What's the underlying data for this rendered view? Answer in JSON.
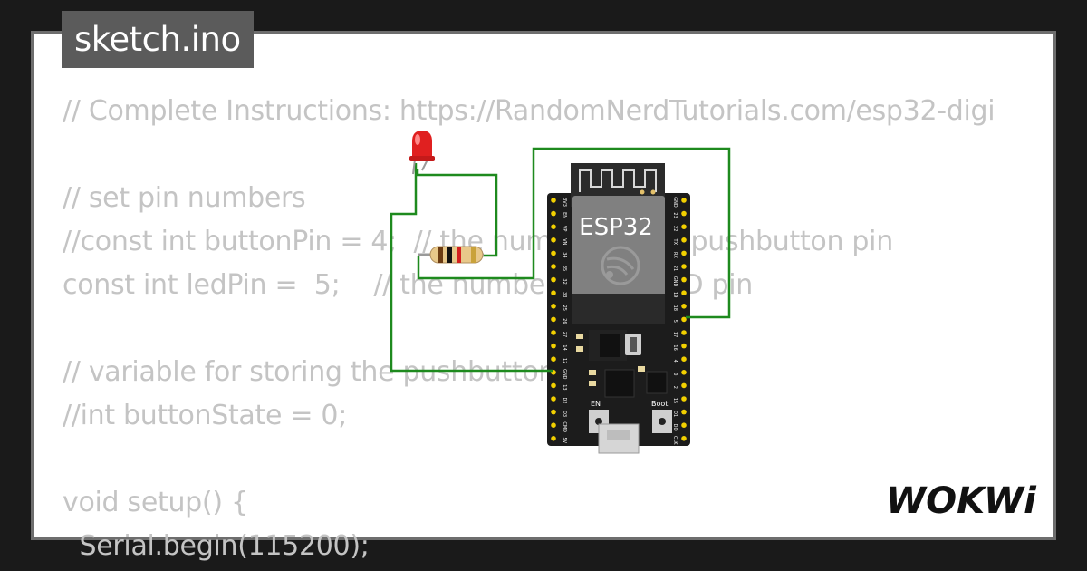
{
  "window": {
    "filename": "sketch.ino"
  },
  "code_lines": [
    "// Complete Instructions: https://RandomNerdTutorials.com/esp32-digi",
    "",
    "// set pin numbers",
    "//const int buttonPin = 4;  // the number of the pushbutton pin",
    "const int ledPin =  5;    // the number of the LED pin",
    "",
    "// variable for storing the pushbutton status",
    "//int buttonState = 0;",
    "",
    "void setup() {",
    "  Serial.begin(115200);"
  ],
  "board": {
    "label": "ESP32",
    "boot_label": "Boot",
    "en_label": "EN",
    "pins_left": [
      "3V3",
      "EN",
      "VP",
      "VN",
      "34",
      "35",
      "32",
      "33",
      "25",
      "26",
      "27",
      "14",
      "12",
      "GND",
      "13",
      "D2",
      "D3",
      "CMD",
      "5V"
    ],
    "pins_right": [
      "GND",
      "23",
      "22",
      "TX",
      "RX",
      "21",
      "GND",
      "19",
      "18",
      "5",
      "17",
      "16",
      "4",
      "0",
      "2",
      "15",
      "D1",
      "D0",
      "CLK"
    ]
  },
  "brand": {
    "logo_text": "WOKWi"
  },
  "colors": {
    "background": "#1a1a1a",
    "card": "#ffffff",
    "card_border": "#6e6e6e",
    "code_text": "#c4c4c4",
    "tag_bg": "#5b5b5b",
    "wire": "#1e8a1e",
    "led": "#e02020",
    "pcb": "#1c1c1c",
    "pin": "#f2d000"
  }
}
